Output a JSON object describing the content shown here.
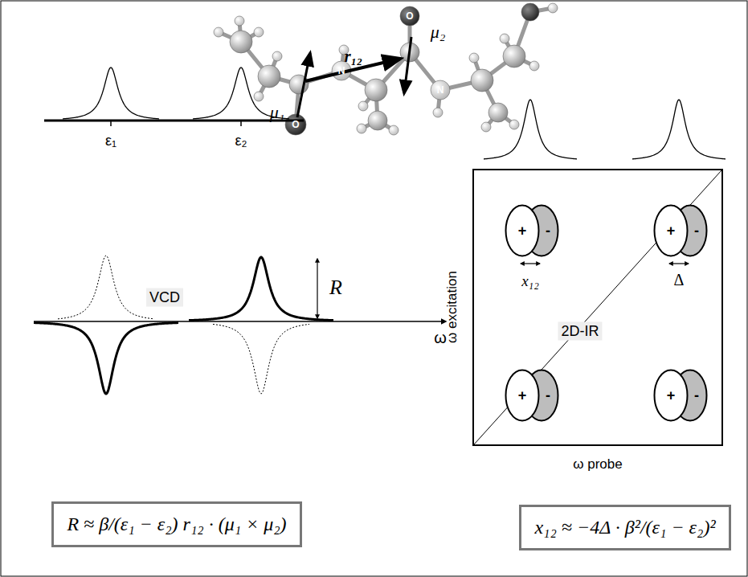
{
  "diagram": {
    "nodes": [
      {
        "text": [
          "2D-IR"
        ]
      },
      {
        "text": [
          "+"
        ],
        "in": 0
      },
      {
        "text": [
          "-"
        ],
        "in": 0
      },
      {
        "text": [
          "+"
        ],
        "in": 0
      },
      {
        "text": [
          "-"
        ],
        "in": 0
      },
      {
        "text": [
          "+"
        ],
        "in": 0
      },
      {
        "text": [
          "-"
        ],
        "in": 0
      },
      {
        "text": [
          "+"
        ],
        "in": 0
      },
      {
        "text": [
          "-"
        ],
        "in": 0
      },
      {
        "text": [
          "R ≈ β/(ε₁ − ε₂) r₁₂ · (μ₁ × μ₂)"
        ]
      },
      {
        "text": [
          "x₁₂ ≈ −4Δ · β²/(ε₁ − ε₂)²"
        ]
      }
    ],
    "labels": [
      "μ₁",
      "r₁₂",
      "μ₂",
      "O",
      "N",
      "O",
      "N",
      "ε₁",
      "ε₂",
      "VCD",
      "R",
      "ω",
      "x₁₂",
      "Δ",
      "ω excitation",
      "ω probe"
    ]
  }
}
